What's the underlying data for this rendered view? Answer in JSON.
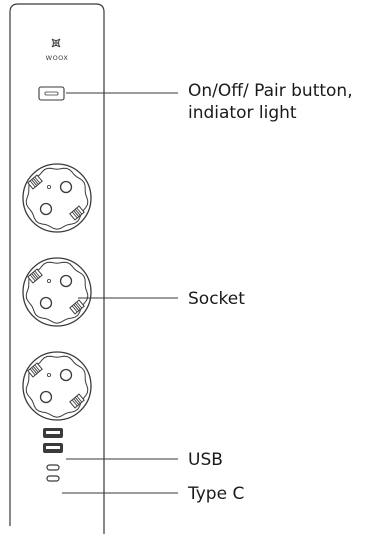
{
  "device": {
    "brand": "WOOX",
    "colors": {
      "outline": "#3a3a3a",
      "background": "#ffffff",
      "text": "#1a1a1a"
    }
  },
  "labels": {
    "button_line1": "On/Off/ Pair button,",
    "button_line2": "indiator light",
    "socket": "Socket",
    "usb": "USB",
    "typec": "Type C"
  }
}
